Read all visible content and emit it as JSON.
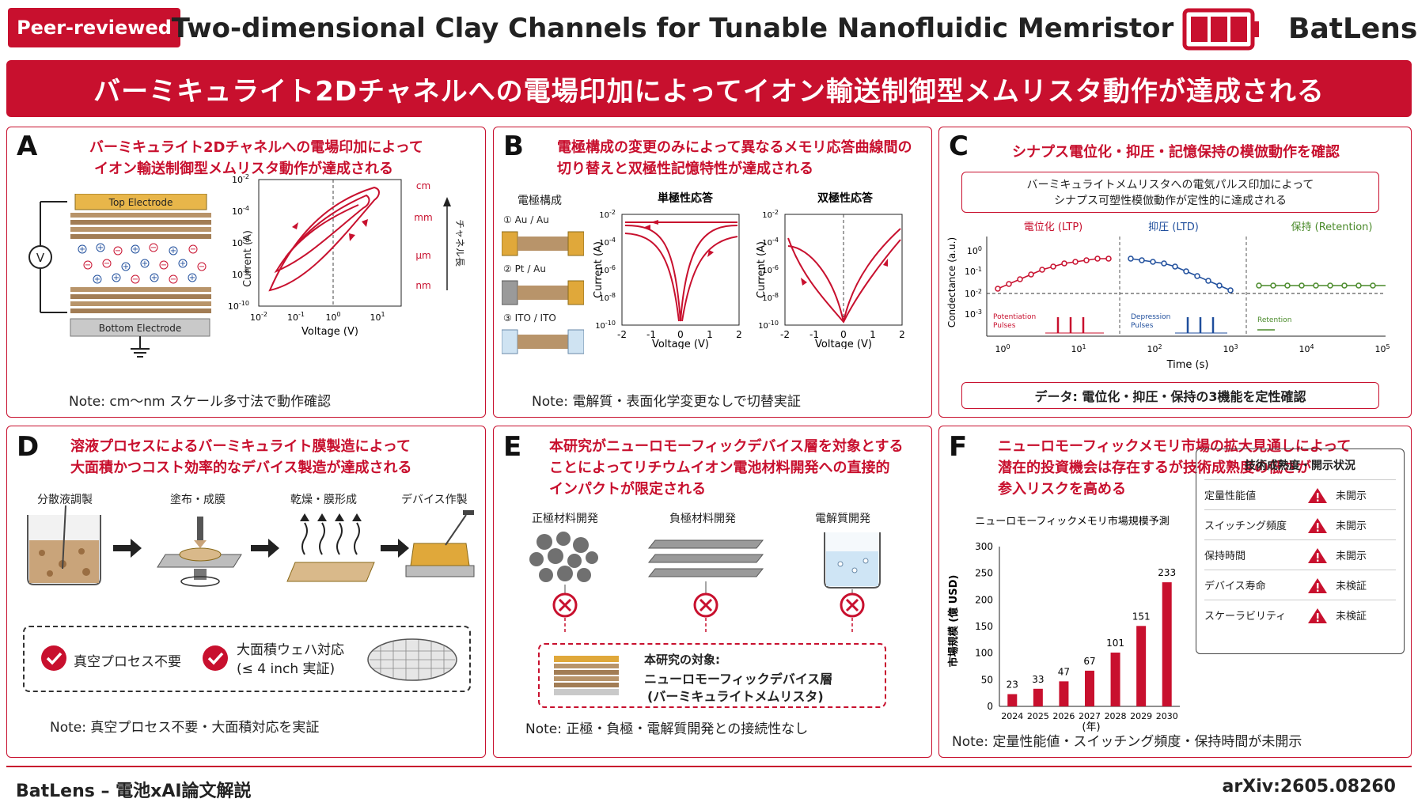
{
  "header": {
    "badge": "Peer-reviewed",
    "title": "Two-dimensional Clay Channels for Tunable Nanofluidic Memristor",
    "brand": "BatLens",
    "banner": "バーミキュライト2Dチャネルへの電場印加によってイオン輸送制御型メムリスタ動作が達成される"
  },
  "colors": {
    "accent": "#c8102e",
    "ltd_blue": "#1f4e9c",
    "retention_green": "#4a8a2a"
  },
  "panelA": {
    "label": "A",
    "title1": "バーミキュライト2Dチャネルへの電場印加によって",
    "title2": "イオン輸送制御型メムリスタ動作が達成される",
    "top_electrode": "Top Electrode",
    "bottom_electrode": "Bottom Electrode",
    "source": "V",
    "chart": {
      "ylabel": "Current (A)",
      "xlabel": "Voltage (V)",
      "yticks": [
        "10",
        "10",
        "10",
        "10",
        "10"
      ],
      "yexp": [
        "-2",
        "-4",
        "-6",
        "-8",
        "-10"
      ],
      "xticks": [
        "10",
        "10",
        "10",
        "10"
      ],
      "xexp": [
        "-2",
        "-1",
        "0",
        "1"
      ],
      "scale_labels": [
        "cm",
        "mm",
        "μm",
        "nm"
      ],
      "scale_axis": "チャネル長"
    },
    "note": "Note: cm～nm スケール多寸法で動作確認"
  },
  "panelB": {
    "label": "B",
    "title1": "電極構成の変更のみによって異なるメモリ応答曲線間の",
    "title2": "切り替えと双極性記憶特性が達成される",
    "electrode_head": "電極構成",
    "configs": [
      "① Au / Au",
      "② Pt / Au",
      "③ ITO / ITO"
    ],
    "unipolar_title": "単極性応答",
    "bipolar_title": "双極性応答",
    "ylabel": "Current (A)",
    "xlabel": "Voltage (V)",
    "yticks": [
      "10",
      "10",
      "10",
      "10",
      "10"
    ],
    "yexp": [
      "-2",
      "-4",
      "-6",
      "-8",
      "-10"
    ],
    "xticks": [
      "-2",
      "-1",
      "0",
      "1",
      "2"
    ],
    "note": "Note: 電解質・表面化学変更なしで切替実証"
  },
  "panelC": {
    "label": "C",
    "title": "シナプス電位化・抑圧・記憶保持の模倣動作を確認",
    "box1": "バーミキュライトメムリスタへの電気パルス印加によって",
    "box2": "シナプス可塑性模倣動作が定性的に達成される",
    "ltp": "電位化 (LTP)",
    "ltd": "抑圧 (LTD)",
    "retention": "保持 (Retention)",
    "ylabel": "Condectance (a.u.)",
    "xlabel": "Time (s)",
    "yticks": [
      "10",
      "10",
      "10",
      "10"
    ],
    "yexp": [
      "0",
      "-1",
      "-2",
      "-3"
    ],
    "xticks": [
      "10",
      "10",
      "10",
      "10",
      "10",
      "10"
    ],
    "xexp": [
      "0",
      "1",
      "2",
      "3",
      "4",
      "5"
    ],
    "pulse_ltp": [
      "Potentiation",
      "Pulses"
    ],
    "pulse_ltd": [
      "Depression",
      "Pulses"
    ],
    "pulse_ret": "Retention",
    "bottom": "データ: 電位化・抑圧・保持の3機能を定性確認"
  },
  "panelD": {
    "label": "D",
    "title1": "溶液プロセスによるバーミキュライト膜製造によって",
    "title2": "大面積かつコスト効率的なデバイス製造が達成される",
    "steps": [
      "分散液調製",
      "塗布・成膜",
      "乾燥・膜形成",
      "デバイス作製"
    ],
    "check1": "真空プロセス不要",
    "check2a": "大面積ウェハ対応",
    "check2b": "(≤ 4 inch 実証)",
    "note": "Note: 真空プロセス不要・大面積対応を実証"
  },
  "panelE": {
    "label": "E",
    "title1": "本研究がニューロモーフィックデバイス層を対象とする",
    "title2": "ことによってリチウムイオン電池材料開発への直接的",
    "title3": "インパクトが限定される",
    "cols": [
      "正極材料開発",
      "負極材料開発",
      "電解質開発"
    ],
    "target_head": "本研究の対象:",
    "target1": "ニューロモーフィックデバイス層",
    "target2": "(バーミキュライトメムリスタ)",
    "note": "Note: 正極・負極・電解質開発との接続性なし"
  },
  "panelF": {
    "label": "F",
    "title1": "ニューロモーフィックメモリ市場の拡大見通しによって",
    "title2": "潜在的投資機会は存在するが技術成熟度の低さが",
    "title3": "参入リスクを高める",
    "note": "Note: 定量性能値・スイッチング頻度・保持時間が未開示",
    "trl_head": "技術成熟度・開示状況",
    "trl": [
      {
        "item": "定量性能値",
        "status": "未開示"
      },
      {
        "item": "スイッチング頻度",
        "status": "未開示"
      },
      {
        "item": "保持時間",
        "status": "未開示"
      },
      {
        "item": "デバイス寿命",
        "status": "未検証"
      },
      {
        "item": "スケーラビリティ",
        "status": "未検証"
      }
    ]
  },
  "chart_data": {
    "type": "bar",
    "title": "ニューロモーフィックメモリ市場規模予測",
    "ylabel": "市場規模 (億 USD)",
    "xlabel": "(年)",
    "categories": [
      "2024",
      "2025",
      "2026",
      "2027",
      "2028",
      "2029",
      "2030"
    ],
    "values": [
      23,
      33,
      47,
      67,
      101,
      151,
      233
    ],
    "ylim": [
      0,
      300
    ],
    "yticks": [
      0,
      50,
      100,
      150,
      200,
      250,
      300
    ]
  },
  "footer": {
    "left": "BatLens – 電池xAI論文解説",
    "right": "arXiv:2605.08260"
  }
}
